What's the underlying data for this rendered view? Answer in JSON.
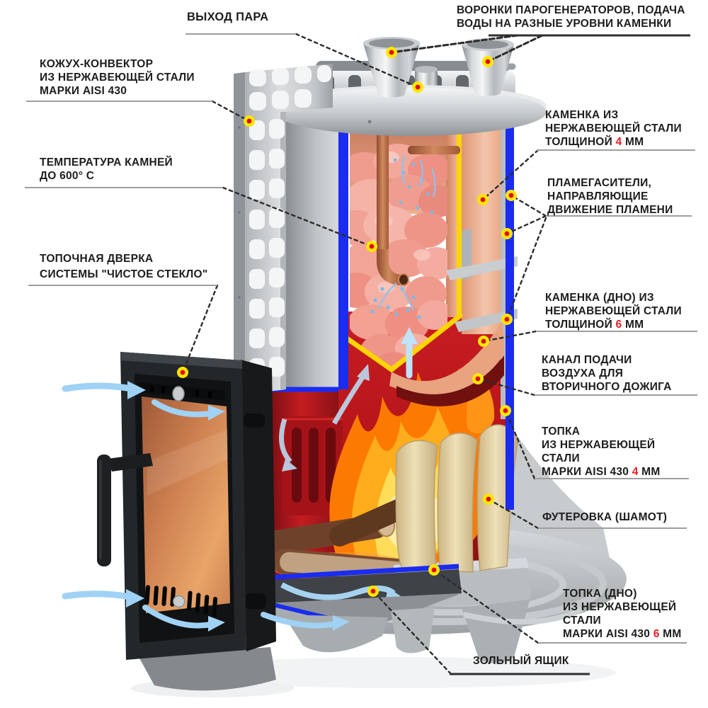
{
  "colors": {
    "text": "#1d1d1b",
    "highlight_red": "#ed1c24",
    "marker_outer": "#ffe600",
    "marker_inner": "#e30613",
    "leader_line": "#2b2b2b",
    "underline_light": "#9e9e9e",
    "underline_dark": "#2f2f2f",
    "cut_edge_blue": "#1a2cf0",
    "cut_edge_yellow": "#ffd400",
    "airflow_blue": "#9fd2f4"
  },
  "callouts": {
    "steam_outlet": {
      "line1": "ВЫХОД ПАРА"
    },
    "funnels": {
      "line1": "ВОРОНКИ ПАРОГЕНЕРАТОРОВ, ПОДАЧА",
      "line2": "ВОДЫ НА РАЗНЫЕ УРОВНИ КАМЕНКИ"
    },
    "convector_shell": {
      "line1": "КОЖУХ-КОНВЕКТОР",
      "line2": "ИЗ НЕРЖАВЕЮЩЕЙ СТАЛИ",
      "line3": "МАРКИ AISI 430"
    },
    "stones_temperature": {
      "line1": "ТЕМПЕРАТУРА КАМНЕЙ",
      "line2": "ДО 600° C"
    },
    "firebox_door": {
      "line1": "ТОПОЧНАЯ ДВЕРКА",
      "line2": "СИСТЕМЫ \"ЧИСТОЕ СТЕКЛО\""
    },
    "kamenka_walls": {
      "line1": "КАМЕНКА ИЗ",
      "line2": "НЕРЖАВЕЮЩЕЙ СТАЛИ",
      "line3_pre": "ТОЛЩИНОЙ ",
      "line3_value": "4",
      "line3_post": " ММ"
    },
    "flame_guides": {
      "line1": "ПЛАМЕГАСИТЕЛИ,",
      "line2": "НАПРАВЛЯЮЩИЕ",
      "line3": "ДВИЖЕНИЕ ПЛАМЕНИ"
    },
    "kamenka_bottom": {
      "line1": "КАМЕНКА (ДНО) ИЗ",
      "line2": "НЕРЖАВЕЮЩЕЙ СТАЛИ",
      "line3_pre": "ТОЛЩИНОЙ ",
      "line3_value": "6",
      "line3_post": " ММ"
    },
    "secondary_air_channel": {
      "line1": "КАНАЛ ПОДАЧИ",
      "line2": "ВОЗДУХА ДЛЯ",
      "line3": "ВТОРИЧНОГО ДОЖИГА"
    },
    "firebox": {
      "line1": "ТОПКА",
      "line2": "ИЗ НЕРЖАВЕЮЩЕЙ",
      "line3": "СТАЛИ",
      "line4_pre": "МАРКИ AISI 430 ",
      "line4_value": "4",
      "line4_post": " ММ"
    },
    "lining": {
      "line1": "ФУТЕРОВКА (ШАМОТ)"
    },
    "firebox_bottom": {
      "line1": "ТОПКА (ДНО)",
      "line2": "ИЗ НЕРЖАВЕЮЩЕЙ",
      "line3": "СТАЛИ",
      "line4_pre": "МАРКИ AISI 430 ",
      "line4_value": "6",
      "line4_post": " ММ"
    },
    "ash_box": {
      "line1": "ЗОЛЬНЫЙ ЯЩИК"
    }
  }
}
